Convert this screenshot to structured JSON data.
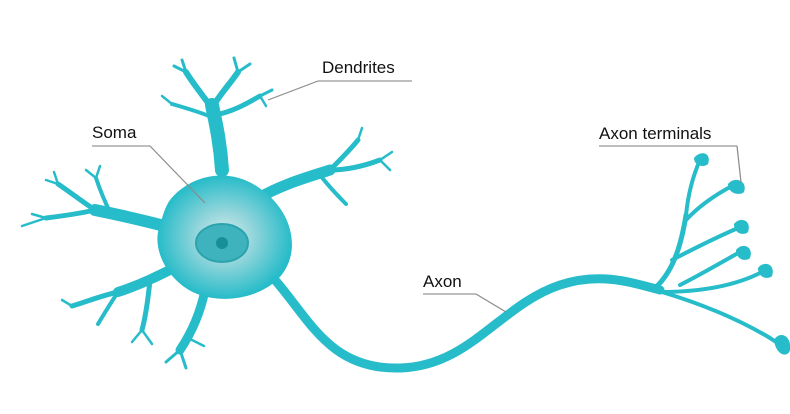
{
  "diagram": {
    "labels": {
      "dendrites": "Dendrites",
      "soma": "Soma",
      "axon_terminals": "Axon terminals",
      "axon": "Axon"
    },
    "colors": {
      "neuron": "#26bcc9",
      "soma_glow": "#cde7ea",
      "nucleus": "#3fb3bd",
      "nucleolus": "#178f99",
      "leader_line": "#8a8a8a",
      "label_text": "#111111"
    }
  }
}
